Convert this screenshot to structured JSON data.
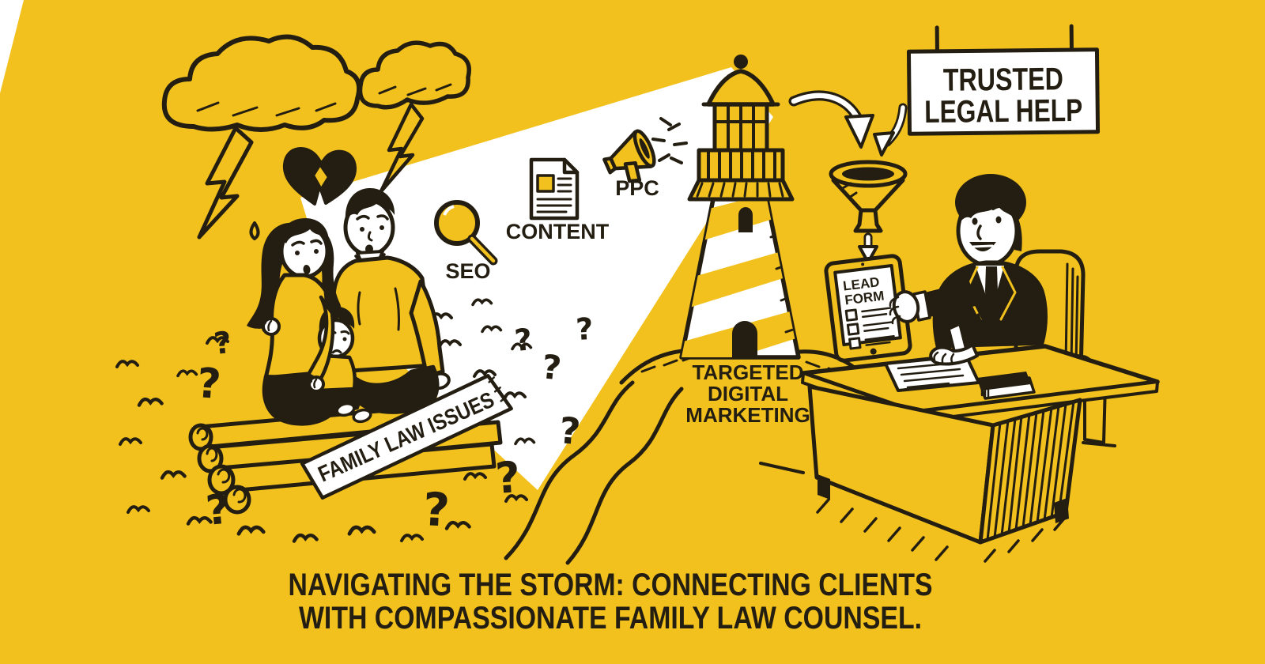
{
  "scene": {
    "background_color": "#F2C11D",
    "ink_color": "#231E11",
    "beam_color": "#FFFFFF",
    "caption": {
      "line1": "NAVIGATING THE STORM: CONNECTING CLIENTS",
      "line2": "WITH COMPASSIONATE FAMILY LAW COUNSEL."
    }
  },
  "storm": {
    "icons": [
      "storm-cloud",
      "storm-cloud",
      "lightning-bolt",
      "lightning-bolt",
      "broken-heart",
      "sweat-drops"
    ]
  },
  "sea": {
    "question_mark": "?",
    "raft_banner": "FAMILY LAW ISSUES",
    "icons": [
      "log-raft",
      "distressed-family",
      "water-waves",
      "question-marks"
    ]
  },
  "beam_channels": {
    "seo_label": "SEO",
    "content_label": "CONTENT",
    "ppc_label": "PPC",
    "icons": [
      "magnifying-glass",
      "document",
      "megaphone"
    ]
  },
  "lighthouse": {
    "caption_line1": "TARGETED",
    "caption_line2": "DIGITAL",
    "caption_line3": "MARKETING",
    "icons": [
      "lighthouse",
      "light-beam"
    ]
  },
  "funnel_flow": {
    "icons": [
      "curved-arrow",
      "curved-arrow",
      "funnel",
      "down-arrow",
      "tablet-checklist"
    ],
    "tablet": {
      "line1": "LEAD",
      "line2": "FORM",
      "checkbox_rows": 3
    }
  },
  "office": {
    "sign_line1": "TRUSTED",
    "sign_line2": "LEGAL HELP",
    "icons": [
      "hanging-sign",
      "lawyer",
      "office-chair",
      "desk",
      "paper",
      "book"
    ]
  }
}
